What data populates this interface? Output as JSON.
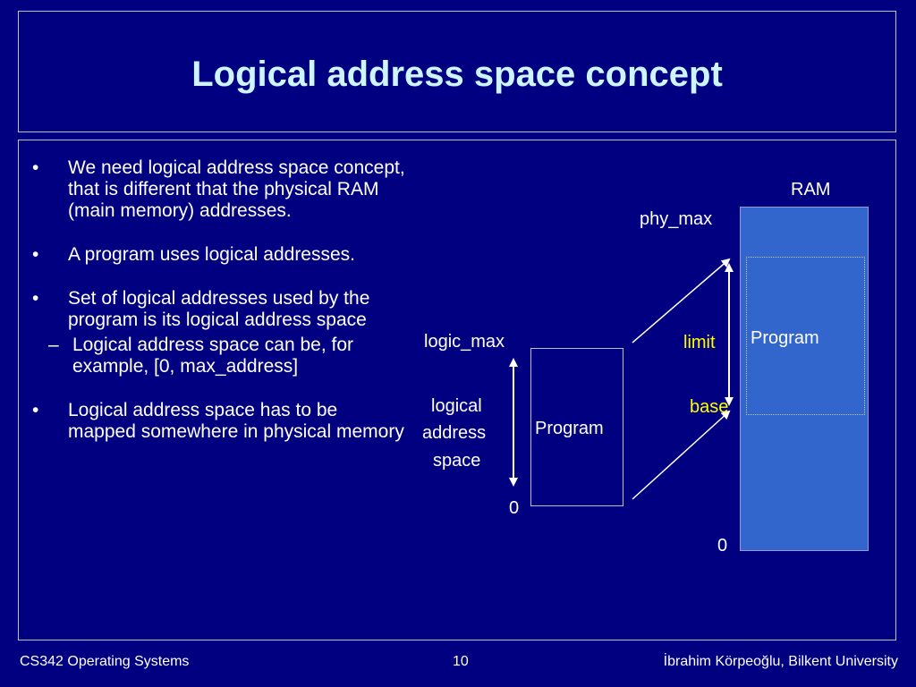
{
  "slide": {
    "title": "Logical address space concept",
    "bullets": [
      "We need logical address space concept, that is different that the physical RAM (main memory) addresses.",
      "A program uses logical addresses.",
      "Set of logical addresses used by the program is its logical address space",
      "Logical address space has to be mapped somewhere in physical memory"
    ],
    "sub_bullet": "Logical address space can be, for example, [0, max_address]"
  },
  "diagram": {
    "ram_label": "RAM",
    "phy_max_label": "phy_max",
    "ram_zero_label": "0",
    "ram_program_label": "Program",
    "limit_label": "limit",
    "base_label": "base",
    "logic_max_label": "logic_max",
    "logical_space_line1": "logical",
    "logical_space_line2": "address",
    "logical_space_line3": "space",
    "logic_zero_label": "0",
    "logic_program_label": "Program",
    "colors": {
      "background": "#000080",
      "ram_fill": "#3366cc",
      "highlight": "#ffff00",
      "title": "#cdf5ff"
    }
  },
  "footer": {
    "course": "CS342 Operating Systems",
    "page": "10",
    "author": "İbrahim Körpeoğlu, Bilkent University"
  }
}
